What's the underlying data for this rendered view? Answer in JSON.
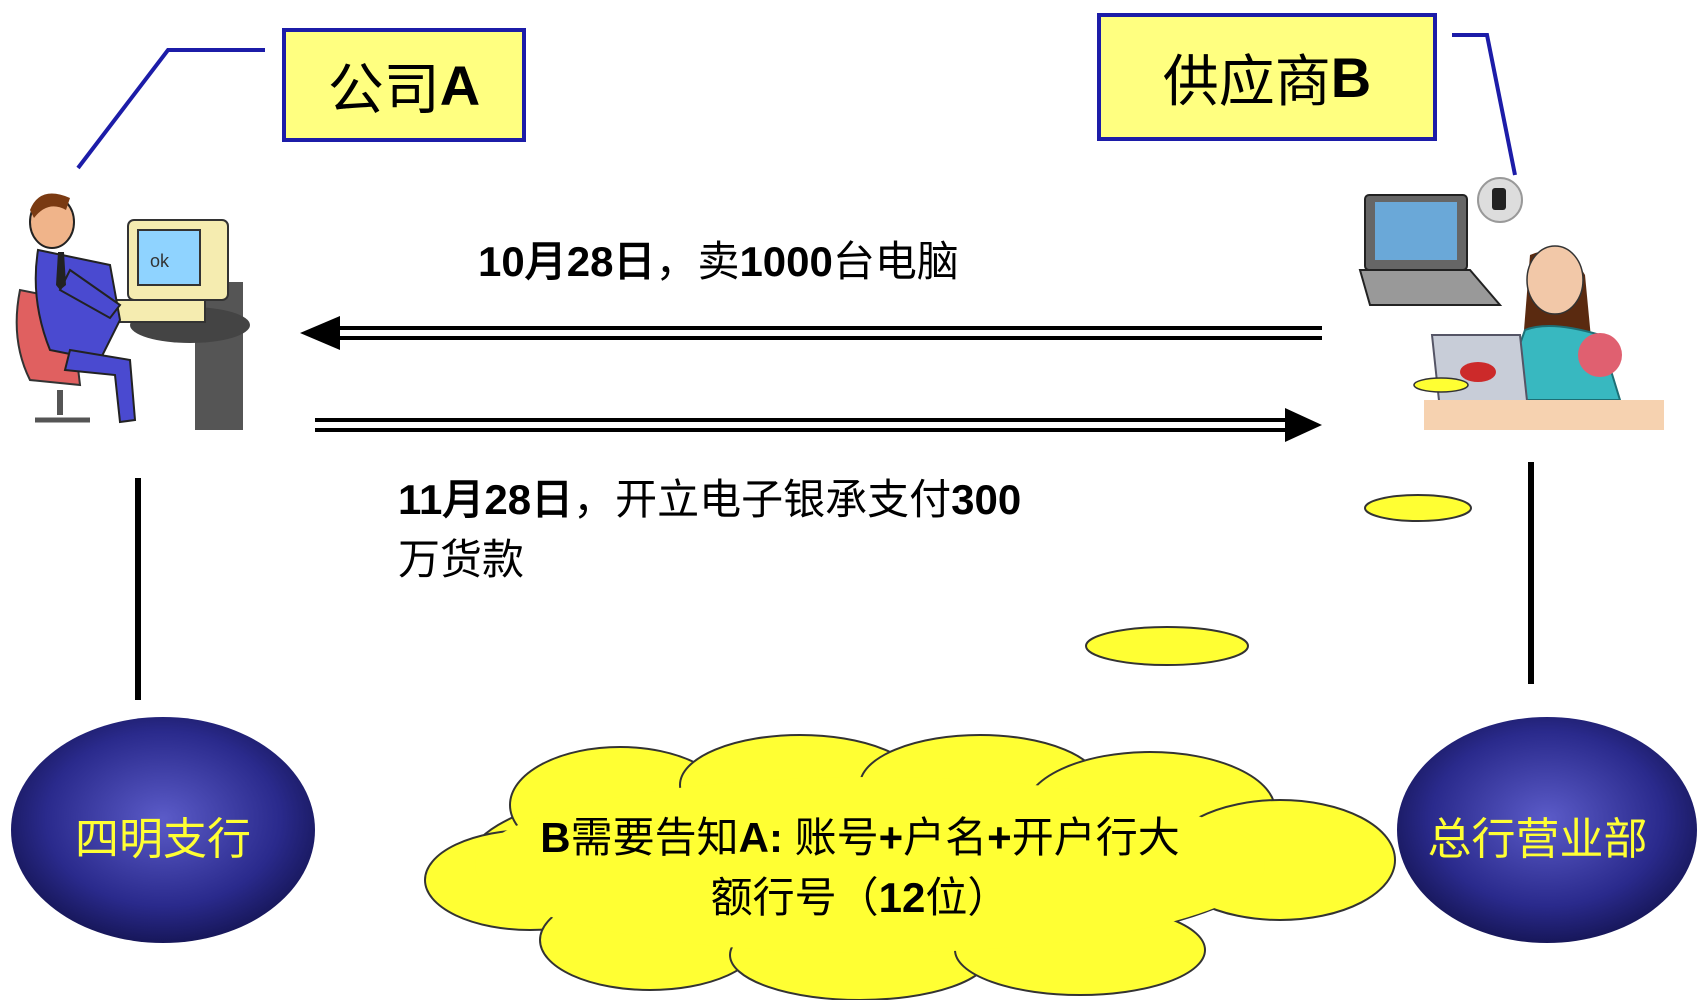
{
  "company_a": {
    "name": "公司",
    "letter": "A"
  },
  "supplier_b": {
    "name": "供应商",
    "letter": "B"
  },
  "messages": {
    "sell": {
      "date": "10月28日",
      "text": "，卖",
      "qty": "1000",
      "suffix": "台电脑"
    },
    "pay": {
      "date": "11月28日",
      "text": "，开立电子银承支付",
      "amount": "300",
      "suffix": "万货款"
    }
  },
  "banks": {
    "left": "四明支行",
    "right": "总行营业部"
  },
  "note": {
    "part1": "B",
    "part2": "需要告知",
    "part3": "A:",
    "part4": " 账号",
    "part5": "+",
    "part6": "户名",
    "part7": "+",
    "part8": "开户行大额行号（",
    "part9": "12",
    "part10": "位）"
  },
  "colors": {
    "box_fill": "#ffff80",
    "box_border": "#1c1ca8",
    "bank_fill": "#2a2a8c",
    "bank_text": "#ffff33",
    "cloud_fill": "#ffff33",
    "arrow": "#000000"
  }
}
